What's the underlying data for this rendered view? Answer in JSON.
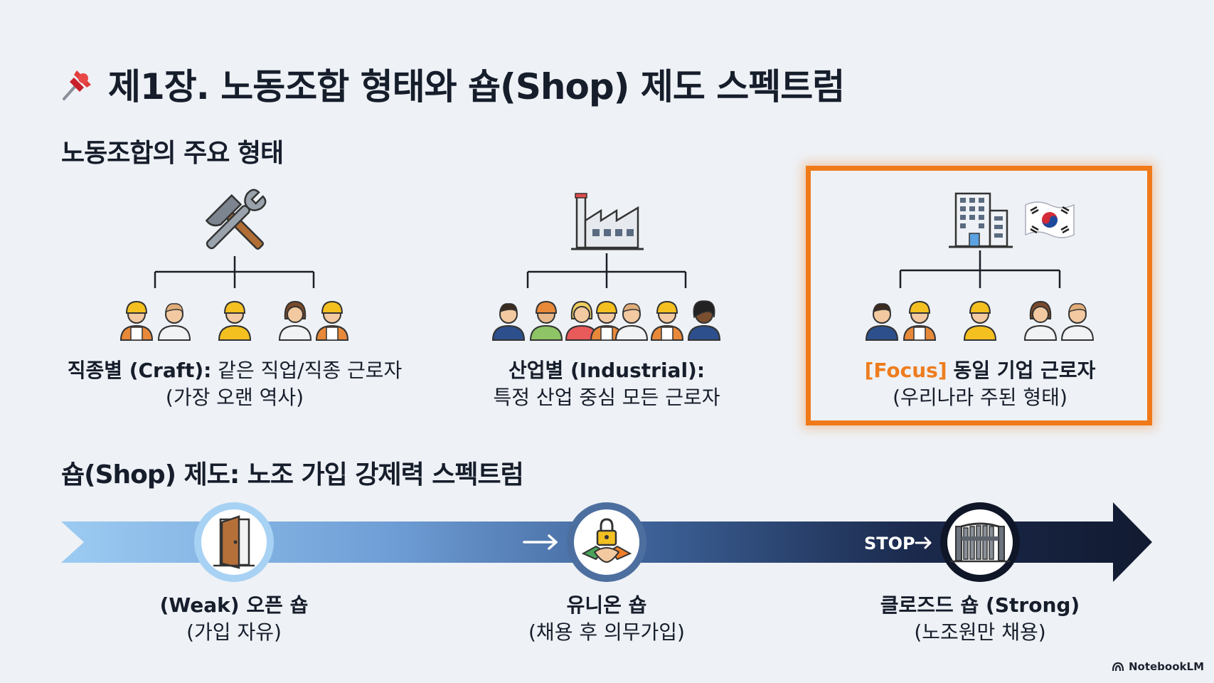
{
  "title": "제1장. 노동조합 형태와 숍(Shop) 제도 스펙트럼",
  "section1": "노동조합의 주요 형태",
  "section2": "숍(Shop) 제도: 노조 가입 강제력 스펙트럼",
  "unions": [
    {
      "label": "직종별 (Craft):",
      "desc": "같은 직업/직종 근로자",
      "line2": "(가장 오랜 역사)",
      "icon": "hammer-wrench-icon"
    },
    {
      "label": "산업별 (Industrial):",
      "line2": "특정 산업 중심 모든 근로자",
      "icon": "factory-icon"
    },
    {
      "tag": "[Focus]",
      "label": "동일 기업 근로자",
      "line2": "(우리나라 주된 형태)",
      "icon": "office-building-icon",
      "flag": "korea-flag-icon"
    }
  ],
  "shop": [
    {
      "label": "(Weak) 오픈 숍",
      "line2": "(가입 자유)",
      "icon": "open-door-icon"
    },
    {
      "label": "유니온 숍",
      "line2": "(채용 후 의무가입)",
      "icon": "lock-handshake-icon"
    },
    {
      "label": "클로즈드 숍 (Strong)",
      "line2": "(노조원만 채용)",
      "icon": "closed-gate-icon"
    }
  ],
  "stop_label": "STOP",
  "credit": "NotebookLM",
  "colors": {
    "accent": "#f07a1a",
    "navy": "#121a30",
    "light_blue": "#8fc0ee"
  }
}
